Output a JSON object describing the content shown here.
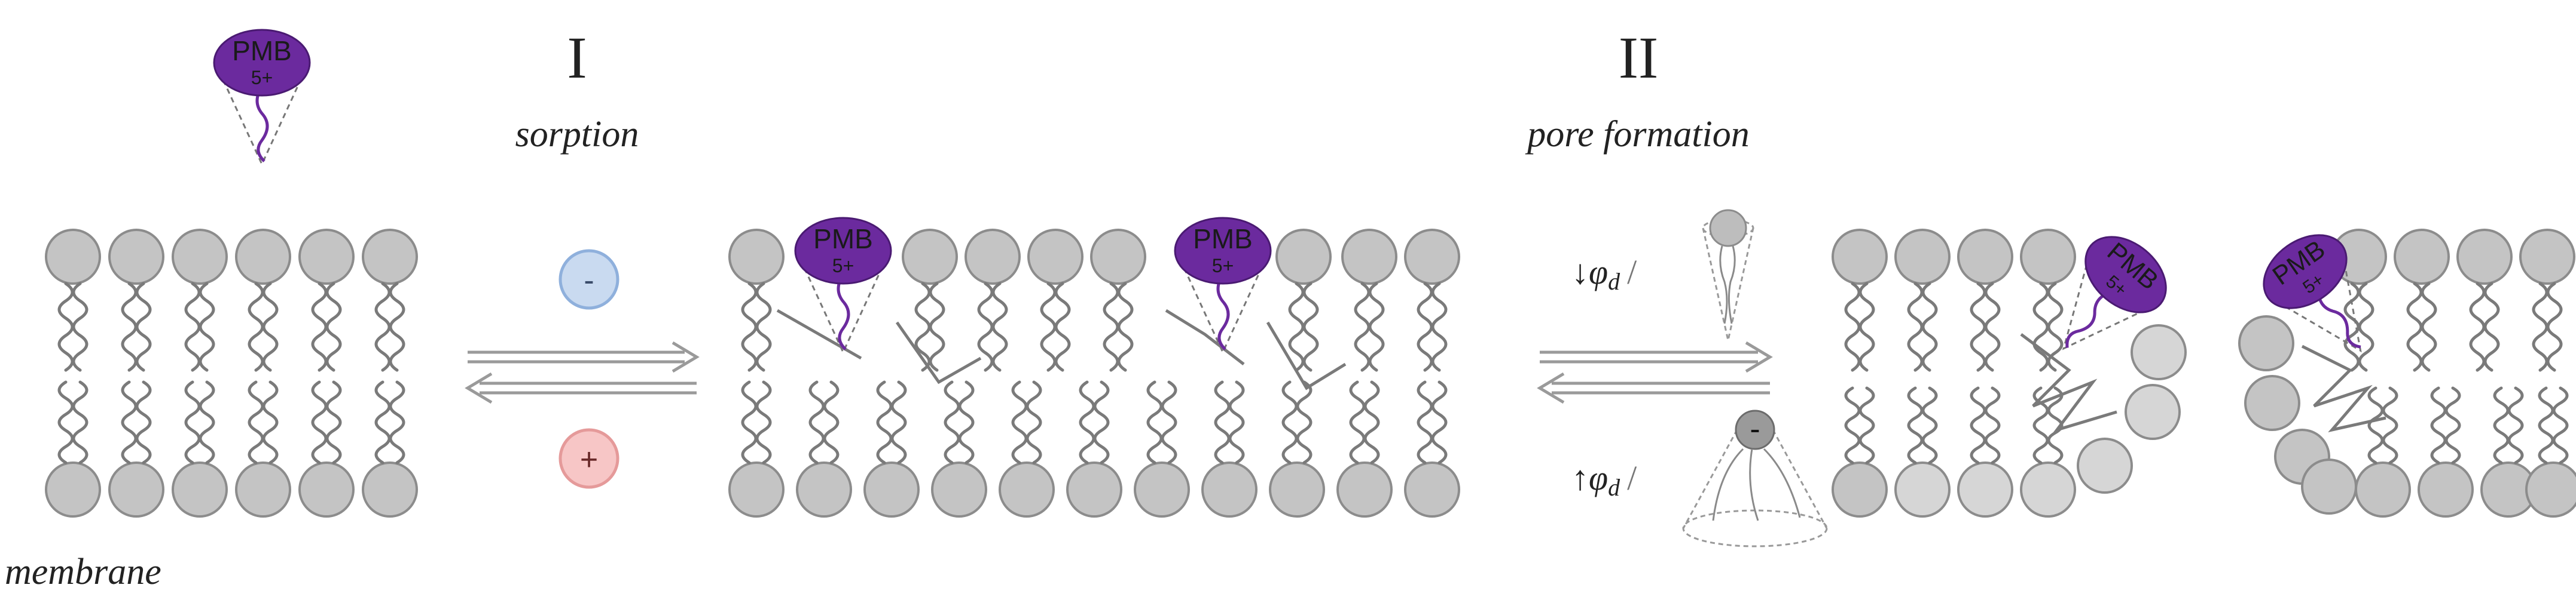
{
  "steps": [
    {
      "numeral": "I",
      "label": "sorption"
    },
    {
      "numeral": "II",
      "label": "pore formation"
    }
  ],
  "membrane_label": "membrane",
  "molecule": {
    "name": "PMB",
    "charge": "5+",
    "color": "#6b2a9e"
  },
  "charges": {
    "negative": "-",
    "positive": "+"
  },
  "phi": {
    "down": "↓φ",
    "up": "↑φ",
    "subscript": "d",
    "slash": "/"
  },
  "colors": {
    "headgroup": "#c4c4c4",
    "headgroup_light": "#d6d6d6",
    "outline": "#8c8c8c",
    "tail": "#7a7a7a",
    "arrow": "#9a9a9a",
    "negative_fill": "#c9daf0",
    "negative_stroke": "#8fb0dc",
    "positive_fill": "#f7c6c6",
    "positive_stroke": "#e59a9a"
  }
}
